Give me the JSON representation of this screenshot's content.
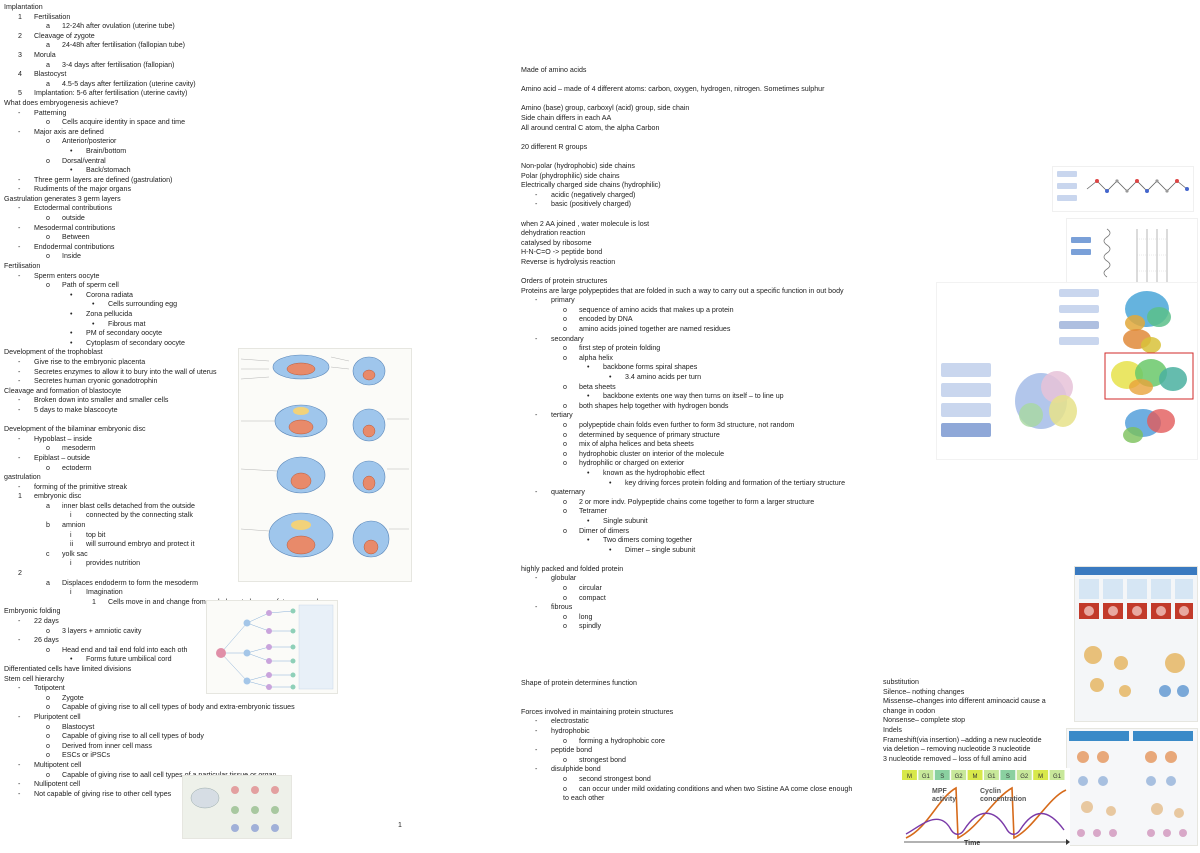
{
  "left": {
    "lines": [
      {
        "t": "Implantation",
        "l": 0
      },
      {
        "m": "1",
        "t": "Fertilisation",
        "l": 1
      },
      {
        "m": "a",
        "t": "12-24h after ovulation (uterine tube)",
        "l": 2
      },
      {
        "m": "2",
        "t": "Cleavage of zygote",
        "l": 1
      },
      {
        "m": "a",
        "t": "24-48h after fertilisation (fallopian tube)",
        "l": 2
      },
      {
        "m": "3",
        "t": "Morula",
        "l": 1
      },
      {
        "m": "a",
        "t": "3-4 days after fertilisation (fallopian)",
        "l": 2
      },
      {
        "m": "4",
        "t": "Blastocyst",
        "l": 1
      },
      {
        "m": "a",
        "t": "4.5-5 days after fertilization (uterine cavity)",
        "l": 2
      },
      {
        "m": "5",
        "t": "Implantation: 5-6 after fertilisation (uterine cavity)",
        "l": 1
      },
      {
        "t": "What does embryogenesis achieve?",
        "l": 0
      },
      {
        "m": "-",
        "t": "Patterning",
        "l": 1
      },
      {
        "m": "o",
        "t": "Cells acquire identity in space and time",
        "l": 2
      },
      {
        "m": "-",
        "t": "Major axis are defined",
        "l": 1
      },
      {
        "m": "o",
        "t": "Anterior/posterior",
        "l": 2
      },
      {
        "m": "•",
        "t": "Brain/bottom",
        "l": 3
      },
      {
        "m": "o",
        "t": "Dorsal/ventral",
        "l": 2
      },
      {
        "m": "•",
        "t": "Back/stomach",
        "l": 3
      },
      {
        "m": "-",
        "t": "Three germ layers are defined (gastrulation)",
        "l": 1
      },
      {
        "m": "-",
        "t": "Rudiments of the major organs",
        "l": 1
      },
      {
        "t": "Gastrulation generates 3 germ layers",
        "l": 0
      },
      {
        "m": "-",
        "t": "Ectodermal contributions",
        "l": 1
      },
      {
        "m": "o",
        "t": "outside",
        "l": 2
      },
      {
        "m": "-",
        "t": "Mesodermal contributions",
        "l": 1
      },
      {
        "m": "o",
        "t": "Between",
        "l": 2
      },
      {
        "m": "-",
        "t": "Endodermal contributions",
        "l": 1
      },
      {
        "m": "o",
        "t": "Inside",
        "l": 2
      },
      {
        "t": "Fertilisation",
        "l": 0
      },
      {
        "m": "-",
        "t": "Sperm enters oocyte",
        "l": 1
      },
      {
        "m": "o",
        "t": "Path of sperm cell",
        "l": 2
      },
      {
        "m": "•",
        "t": "Corona radiata",
        "l": 3
      },
      {
        "m": "•",
        "t": "Cells surrounding egg",
        "l": 4
      },
      {
        "m": "•",
        "t": "Zona pellucida",
        "l": 3
      },
      {
        "m": "•",
        "t": "Fibrous mat",
        "l": 4
      },
      {
        "m": "•",
        "t": "PM of secondary oocyte",
        "l": 3
      },
      {
        "m": "•",
        "t": "Cytoplasm of secondary oocyte",
        "l": 3
      },
      {
        "t": "Development of the trophoblast",
        "l": 0
      },
      {
        "m": "-",
        "t": "Give rise to the embryonic placenta",
        "l": 1
      },
      {
        "m": "-",
        "t": "Secretes enzymes to allow it to bury into the wall of uterus",
        "l": 1
      },
      {
        "m": "-",
        "t": "Secretes human cryonic gonadotrophin",
        "l": 1
      },
      {
        "t": "Cleavage and formation of blastocyte",
        "l": 0
      },
      {
        "m": "-",
        "t": "Broken down into smaller and smaller cells",
        "l": 1
      },
      {
        "m": "-",
        "t": "5 days to make blascocyte",
        "l": 1
      },
      {
        "gap": true
      },
      {
        "t": "Development of the bilaminar embryonic disc",
        "l": 0
      },
      {
        "m": "-",
        "t": "Hypoblast – inside",
        "l": 1
      },
      {
        "m": "o",
        "t": "mesoderm",
        "l": 2
      },
      {
        "m": "-",
        "t": "Epiblast – outside",
        "l": 1
      },
      {
        "m": "o",
        "t": "ectoderm",
        "l": 2
      },
      {
        "t": "gastrulation",
        "l": 0
      },
      {
        "m": "-",
        "t": "forming of the primitive streak",
        "l": 1
      },
      {
        "m": "1",
        "t": "embryonic disc",
        "l": 1
      },
      {
        "m": "a",
        "t": "inner blast cells detached from the outside",
        "l": 2
      },
      {
        "m": "i",
        "t": "connected by the connecting stalk",
        "l": 3
      },
      {
        "m": "b",
        "t": "amnion",
        "l": 2
      },
      {
        "m": "i",
        "t": "top bit",
        "l": 3
      },
      {
        "m": "ii",
        "t": "will surround embryo and protect it",
        "l": 3
      },
      {
        "m": "c",
        "t": "yolk sac",
        "l": 2
      },
      {
        "m": "i",
        "t": "provides nutrition",
        "l": 3
      },
      {
        "m": "2",
        "t": "",
        "l": 1
      },
      {
        "m": "a",
        "t": "Displaces endoderm to form the mesoderm",
        "l": 2
      },
      {
        "m": "i",
        "t": "Imagination",
        "l": 3
      },
      {
        "m": "1",
        "t": "Cells move in and change from endoderm to become future mesoderm",
        "l": 4
      },
      {
        "t": "Embryonic folding",
        "l": 0
      },
      {
        "m": "-",
        "t": "22 days",
        "l": 1
      },
      {
        "m": "o",
        "t": "3 layers + amniotic cavity",
        "l": 2
      },
      {
        "m": "-",
        "t": "26 days",
        "l": 1
      },
      {
        "m": "o",
        "t": "Head end and tail end fold into each oth",
        "l": 2
      },
      {
        "m": "•",
        "t": "Forms future umbilical cord",
        "l": 3
      },
      {
        "t": "Differentiated cells have limited divisions",
        "l": 0
      },
      {
        "t": "Stem cell hierarchy",
        "l": 0
      },
      {
        "m": "-",
        "t": "Totipotent",
        "l": 1
      },
      {
        "m": "o",
        "t": "Zygote",
        "l": 2
      },
      {
        "m": "o",
        "t": "Capable of giving rise to all cell types of body and extra-embryonic tissues",
        "l": 2
      },
      {
        "m": "-",
        "t": "Pluripotent cell",
        "l": 1
      },
      {
        "m": "o",
        "t": "Blastocyst",
        "l": 2
      },
      {
        "m": "o",
        "t": "Capable of giving rise to all cell types of body",
        "l": 2
      },
      {
        "m": "o",
        "t": "Derived from inner cell mass",
        "l": 2
      },
      {
        "m": "o",
        "t": "ESCs or iPSCs",
        "l": 2
      },
      {
        "m": "-",
        "t": "Multipotent cell",
        "l": 1
      },
      {
        "m": "o",
        "t": "Capable of giving rise to aall cell types of a particular tissue or organ",
        "l": 2
      },
      {
        "m": "-",
        "t": "Nullipotent cell",
        "l": 1
      },
      {
        "m": "-",
        "t": "Not capable of giving rise to other cell types",
        "l": 1
      }
    ]
  },
  "middle": {
    "lines": [
      {
        "t": "Made of amino acids",
        "l": 0
      },
      {
        "gap": true
      },
      {
        "t": "Amino acid – made of 4 different atoms: carbon, oxygen, hydrogen, nitrogen. Sometimes sulphur",
        "l": 0
      },
      {
        "gap": true
      },
      {
        "t": "Amino (base) group, carboxyl (acid) group, side chain",
        "l": 0
      },
      {
        "t": "Side chain differs in each AA",
        "l": 0
      },
      {
        "t": "All around central C atom, the alpha Carbon",
        "l": 0
      },
      {
        "gap": true
      },
      {
        "t": "20 different R groups",
        "l": 0
      },
      {
        "gap": true
      },
      {
        "t": "Non-polar (hydrophobic) side chains",
        "l": 0
      },
      {
        "t": "Polar (phydrophilic) side chains",
        "l": 0
      },
      {
        "t": "Electrically charged side chains (hydrophilic)",
        "l": 0
      },
      {
        "m": "-",
        "t": "acidic (negatively charged)",
        "l": 1
      },
      {
        "m": "-",
        "t": "basic (positively charged)",
        "l": 1
      },
      {
        "gap": true
      },
      {
        "t": "when 2 AA joined , water molecule is lost",
        "l": 0
      },
      {
        "t": "dehydration reaction",
        "l": 0
      },
      {
        "t": "catalysed by ribosome",
        "l": 0
      },
      {
        "t": "H-N-C=O -> peptide bond",
        "l": 0
      },
      {
        "t": "Reverse is hydrolysis reaction",
        "l": 0
      },
      {
        "gap": true
      },
      {
        "t": "Orders of protein structures",
        "l": 0
      },
      {
        "t": "Proteins are large polypeptides that are folded in such a way to carry out a specific function in out body",
        "l": 0
      },
      {
        "m": "-",
        "t": "primary",
        "l": 1
      },
      {
        "m": "o",
        "t": "sequence of amino acids that makes up a protein",
        "l": 2
      },
      {
        "m": "o",
        "t": "encoded by DNA",
        "l": 2
      },
      {
        "m": "o",
        "t": "amino acids joined together are named residues",
        "l": 2
      },
      {
        "m": "-",
        "t": "secondary",
        "l": 1
      },
      {
        "m": "o",
        "t": "first step of protein folding",
        "l": 2
      },
      {
        "m": "o",
        "t": "alpha helix",
        "l": 2
      },
      {
        "m": "•",
        "t": "backbone forms spiral shapes",
        "l": 3
      },
      {
        "m": "•",
        "t": "3.4 amino acids per turn",
        "l": 4
      },
      {
        "m": "o",
        "t": "beta sheets",
        "l": 2
      },
      {
        "m": "•",
        "t": "backbone extents one way then turns on itself – to line up",
        "l": 3
      },
      {
        "m": "o",
        "t": "both shapes help together with hydrogen bonds",
        "l": 2
      },
      {
        "m": "-",
        "t": "tertiary",
        "l": 1
      },
      {
        "m": "o",
        "t": "polypeptide chain folds even further to form 3d structure, not random",
        "l": 2
      },
      {
        "m": "o",
        "t": "determined by sequence of primary structure",
        "l": 2
      },
      {
        "m": "o",
        "t": "mix of alpha helices and beta sheets",
        "l": 2
      },
      {
        "m": "o",
        "t": "hydrophobic cluster on interior of the molecule",
        "l": 2
      },
      {
        "m": "o",
        "t": "hydrophilic or charged on exterior",
        "l": 2
      },
      {
        "m": "•",
        "t": "known as the hydrophobic effect",
        "l": 3
      },
      {
        "m": "•",
        "t": "key driving forces protein folding and formation of the tertiary structure",
        "l": 4
      },
      {
        "m": "-",
        "t": "quaternary",
        "l": 1
      },
      {
        "m": "o",
        "t": "2 or more indv. Polypeptide chains come together to form a larger structure",
        "l": 2
      },
      {
        "m": "o",
        "t": "Tetramer",
        "l": 2
      },
      {
        "m": "•",
        "t": "Single subunit",
        "l": 3
      },
      {
        "m": "o",
        "t": "Dimer of dimers",
        "l": 2
      },
      {
        "m": "•",
        "t": "Two dimers coming together",
        "l": 3
      },
      {
        "m": "•",
        "t": "Dimer – single subunit",
        "l": 4
      },
      {
        "gap": true
      },
      {
        "t": "highly packed and folded protein",
        "l": 0
      },
      {
        "m": "-",
        "t": "globular",
        "l": 1
      },
      {
        "m": "o",
        "t": "circular",
        "l": 2
      },
      {
        "m": "o",
        "t": "compact",
        "l": 2
      },
      {
        "m": "-",
        "t": "fibrous",
        "l": 1
      },
      {
        "m": "o",
        "t": "long",
        "l": 2
      },
      {
        "m": "o",
        "t": "spindly",
        "l": 2
      }
    ]
  },
  "middle2": {
    "lines": [
      {
        "t": "Shape of protein determines function",
        "l": 0
      },
      {
        "gap": true
      },
      {
        "gap": true
      },
      {
        "t": "Forces involved in maintaining protein structures",
        "l": 0
      },
      {
        "m": "-",
        "t": "electrostatic",
        "l": 1
      },
      {
        "m": "-",
        "t": "hydrophobic",
        "l": 1
      },
      {
        "m": "o",
        "t": "forming a hydrophobic core",
        "l": 2
      },
      {
        "m": "-",
        "t": "peptide bond",
        "l": 1
      },
      {
        "m": "o",
        "t": "strongest bond",
        "l": 2
      },
      {
        "m": "-",
        "t": "disulphide bond",
        "l": 1
      },
      {
        "m": "o",
        "t": "second strongest bond",
        "l": 2
      },
      {
        "m": "o",
        "t": "can occur under mild oxidating conditions and when two Sistine AA come close enough",
        "l": 2
      },
      {
        "t": "to each other",
        "l": 2
      }
    ]
  },
  "right": {
    "lines": [
      {
        "t": "substitution",
        "l": 0
      },
      {
        "t": "Silence– nothing changes",
        "l": 0
      },
      {
        "t": "Missense–changes into different aminoacid cause a",
        "l": 0
      },
      {
        "t": "change in codon",
        "l": 0
      },
      {
        "t": "Nonsense– complete stop",
        "l": 0
      },
      {
        "t": "Indels",
        "l": 0
      },
      {
        "t": "Frameshift(via insertion) –adding a new nucleotide",
        "l": 0
      },
      {
        "t": "via deletion – removing nucleotide 3 nucleotide",
        "l": 0
      },
      {
        "t": "3 nucleotide removed – loss of full amino acid",
        "l": 0
      }
    ]
  },
  "cycle": {
    "phases": [
      "M",
      "G1",
      "S",
      "G2",
      "M",
      "G1",
      "S",
      "G2",
      "M",
      "G1"
    ],
    "mpf": "MPF activity",
    "cyclin": "Cyclin concentration",
    "time": "Time"
  },
  "page_number": "1",
  "colors": {
    "accent": "#c9d6ee",
    "text": "#222222",
    "highlight_box": "#d22a2a"
  }
}
